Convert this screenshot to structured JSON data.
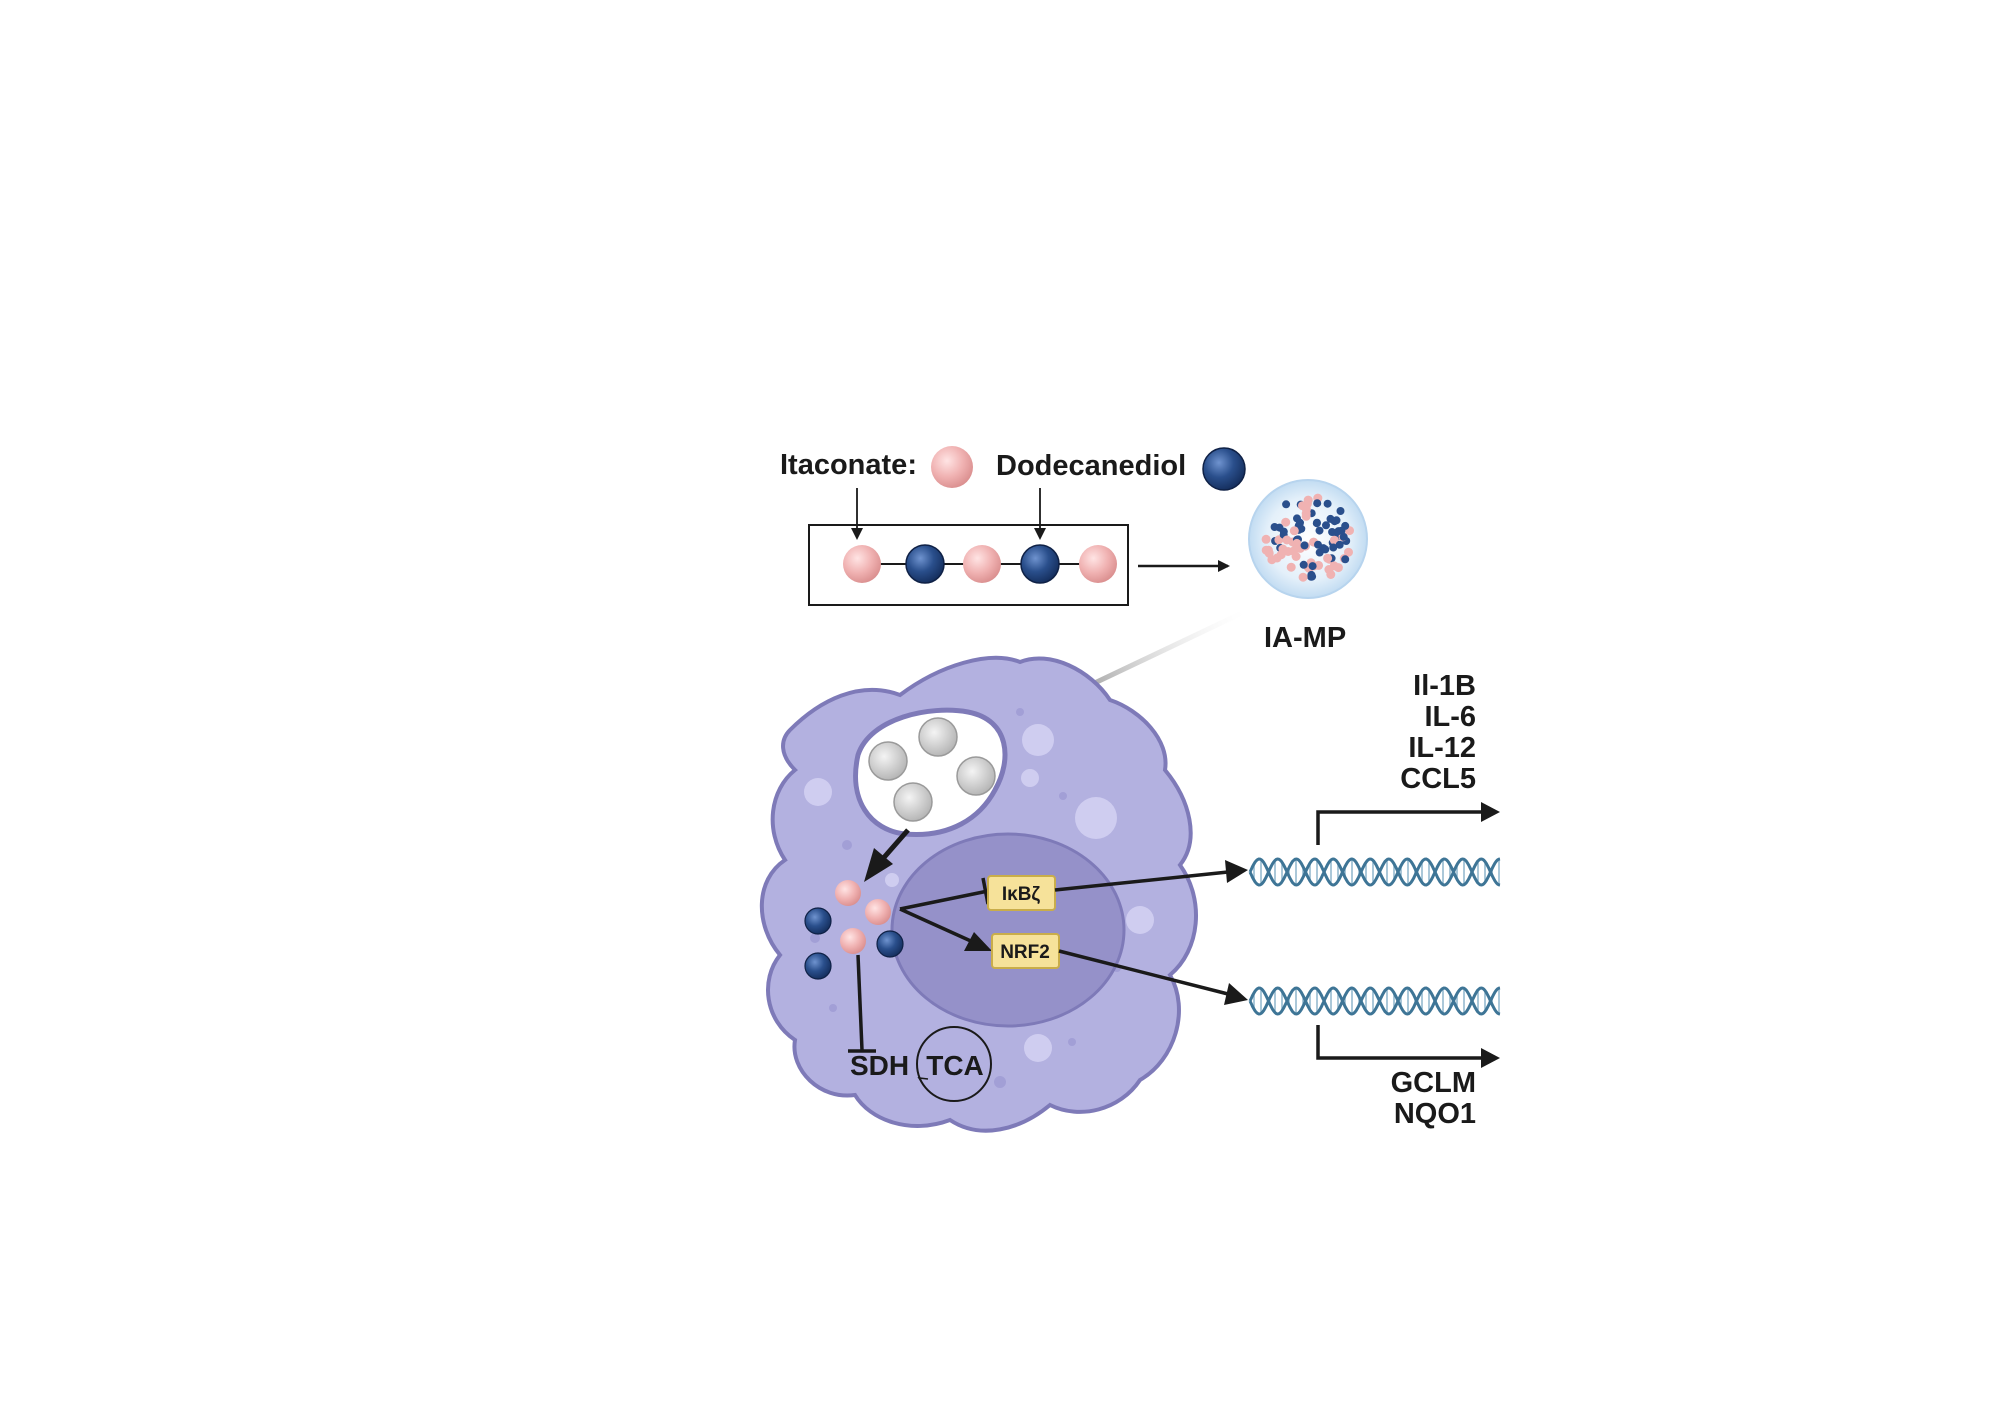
{
  "legend": {
    "itaconate_label": "Itaconate:",
    "dodecanediol_label": "Dodecanediol"
  },
  "particle": {
    "label": "IA-MP"
  },
  "proteins": {
    "ikbz": "IκBζ",
    "nrf2": "NRF2"
  },
  "metabolism": {
    "sdh": "SDH",
    "tca": "TCA"
  },
  "genes_inflammatory": [
    "Il-1B",
    "IL-6",
    "IL-12",
    "CCL5"
  ],
  "genes_antioxidant": [
    "GCLM",
    "NQO1"
  ],
  "colors": {
    "itaconate": "#f0b2b2",
    "dodecanediol": "#2a4f8c",
    "cell_body": "#b3b1e0",
    "cell_outline": "#7e7ab8",
    "nucleus": "#9591c9",
    "protein_box": "#f6e29a",
    "dna": "#3e7596",
    "particle_halo": "#d8e9f7"
  }
}
